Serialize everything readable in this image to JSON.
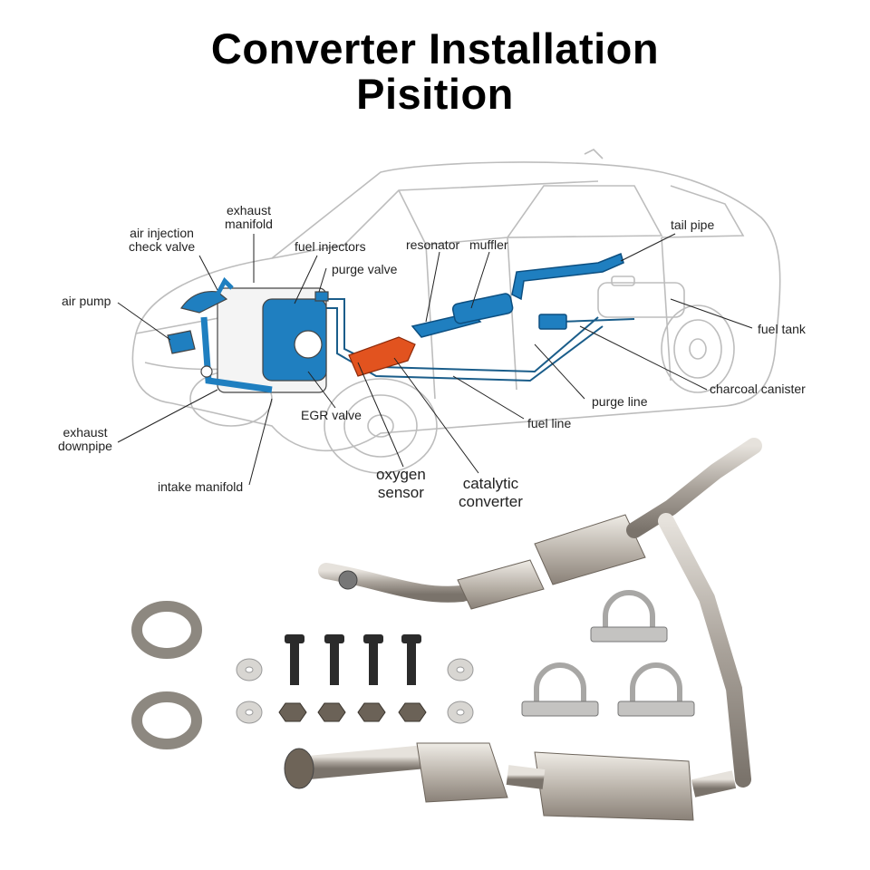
{
  "title": {
    "line1": "Converter Installation",
    "line2": "Pisition"
  },
  "labels": {
    "exhaust_manifold_1": "exhaust",
    "exhaust_manifold_2": "manifold",
    "air_injection_1": "air injection",
    "air_injection_2": "check valve",
    "fuel_injectors": "fuel injectors",
    "resonator": "resonator",
    "muffler": "muffler",
    "tail_pipe": "tail pipe",
    "purge_valve": "purge valve",
    "air_pump": "air pump",
    "fuel_tank": "fuel tank",
    "charcoal_canister": "charcoal canister",
    "purge_line": "purge line",
    "fuel_line": "fuel line",
    "egr_valve": "EGR valve",
    "exhaust_downpipe_1": "exhaust",
    "exhaust_downpipe_2": "downpipe",
    "intake_manifold": "intake manifold",
    "oxygen_sensor_1": "oxygen",
    "oxygen_sensor_2": "sensor",
    "catalytic_converter_1": "catalytic",
    "catalytic_converter_2": "converter"
  },
  "colors": {
    "engine_blue": "#1f7fc0",
    "converter_orange": "#e2531f",
    "outline_gray": "#b8b8b8",
    "pipe_steel": "#b9b3aa"
  }
}
